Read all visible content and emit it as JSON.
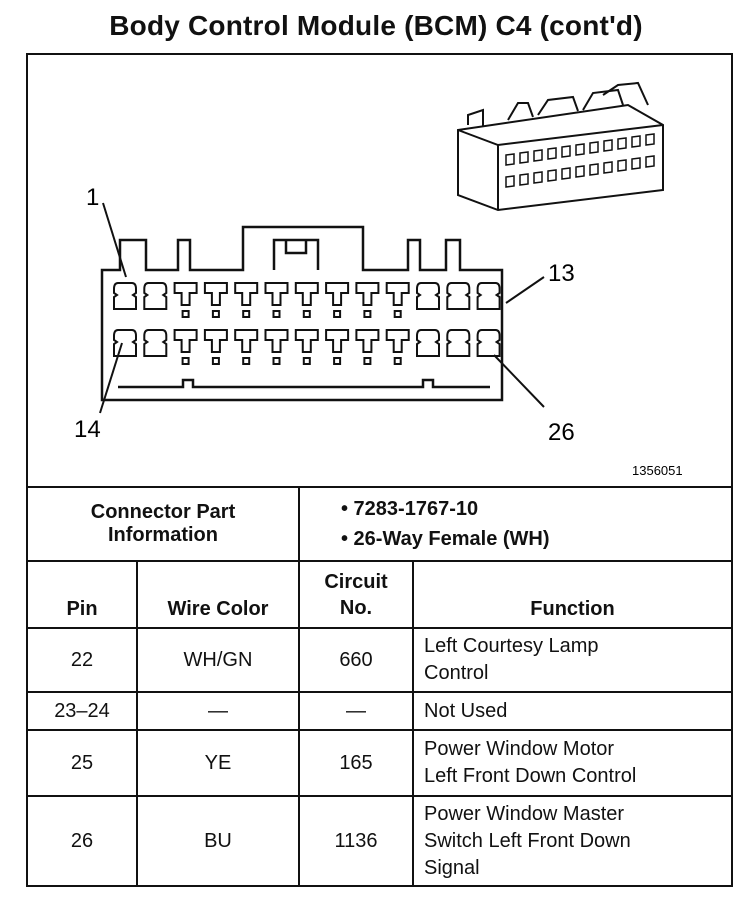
{
  "title": "Body Control Module (BCM) C4  (cont'd)",
  "diagram": {
    "pin_labels": [
      "1",
      "13",
      "14",
      "26"
    ],
    "figure_number": "1356051"
  },
  "connector_info": {
    "label_line1": "Connector Part",
    "label_line2": "Information",
    "items": [
      "• 7283-1767-10",
      "• 26-Way Female (WH)"
    ]
  },
  "pin_table": {
    "headers": {
      "pin": "Pin",
      "wire_color": "Wire Color",
      "circuit_line1": "Circuit",
      "circuit_line2": "No.",
      "function": "Function"
    },
    "rows": [
      {
        "pin": "22",
        "wire_color": "WH/GN",
        "circuit": "660",
        "function": [
          "Left Courtesy Lamp",
          "Control"
        ]
      },
      {
        "pin": "23–24",
        "wire_color": "—",
        "circuit": "—",
        "function": [
          "Not Used"
        ]
      },
      {
        "pin": "25",
        "wire_color": "YE",
        "circuit": "165",
        "function": [
          "Power Window Motor",
          "Left Front Down Control"
        ]
      },
      {
        "pin": "26",
        "wire_color": "BU",
        "circuit": "1136",
        "function": [
          "Power Window Master",
          "Switch Left Front Down",
          "Signal"
        ]
      }
    ]
  }
}
